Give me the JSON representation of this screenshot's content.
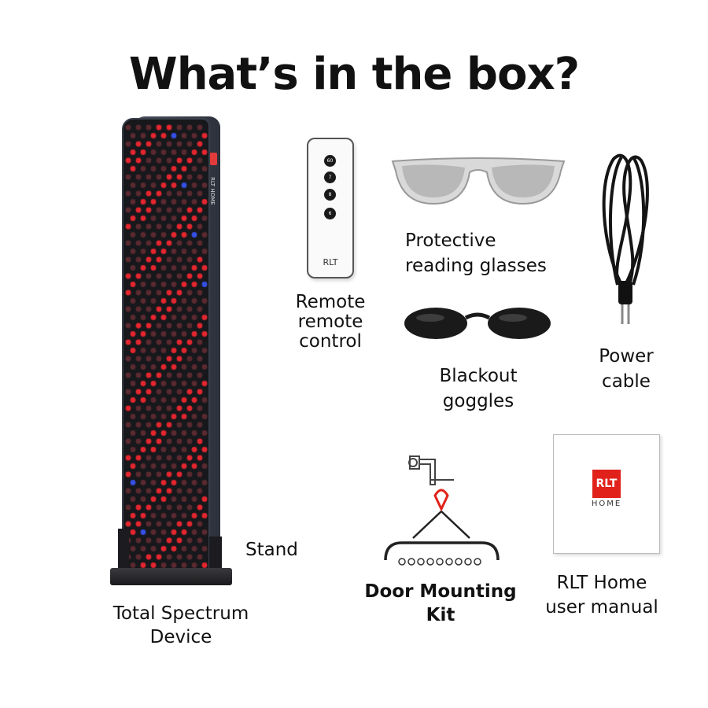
{
  "title": "What’s in the box?",
  "items": {
    "device": {
      "lines": [
        "Total Spectrum",
        "Device"
      ],
      "brand_mark": "RLT HOME"
    },
    "stand": {
      "label": "Stand"
    },
    "remote": {
      "lines": [
        "Remote",
        "remote",
        "control"
      ],
      "brand": "RLT",
      "buttons": [
        "60",
        "7",
        "8",
        "6"
      ]
    },
    "glasses": {
      "lines": [
        "Protective",
        "reading glasses"
      ]
    },
    "goggles": {
      "lines": [
        "Blackout",
        "goggles"
      ]
    },
    "cable": {
      "lines": [
        "Power",
        "cable"
      ]
    },
    "door_kit": {
      "lines": [
        "Door Mounting",
        "Kit"
      ]
    },
    "manual": {
      "lines": [
        "RLT Home",
        "user manual"
      ],
      "logo": "RLT",
      "sub": "HOME"
    }
  },
  "colors": {
    "led_red": "#e5262f",
    "led_blue": "#3550e6",
    "brand_red": "#e0221b"
  }
}
